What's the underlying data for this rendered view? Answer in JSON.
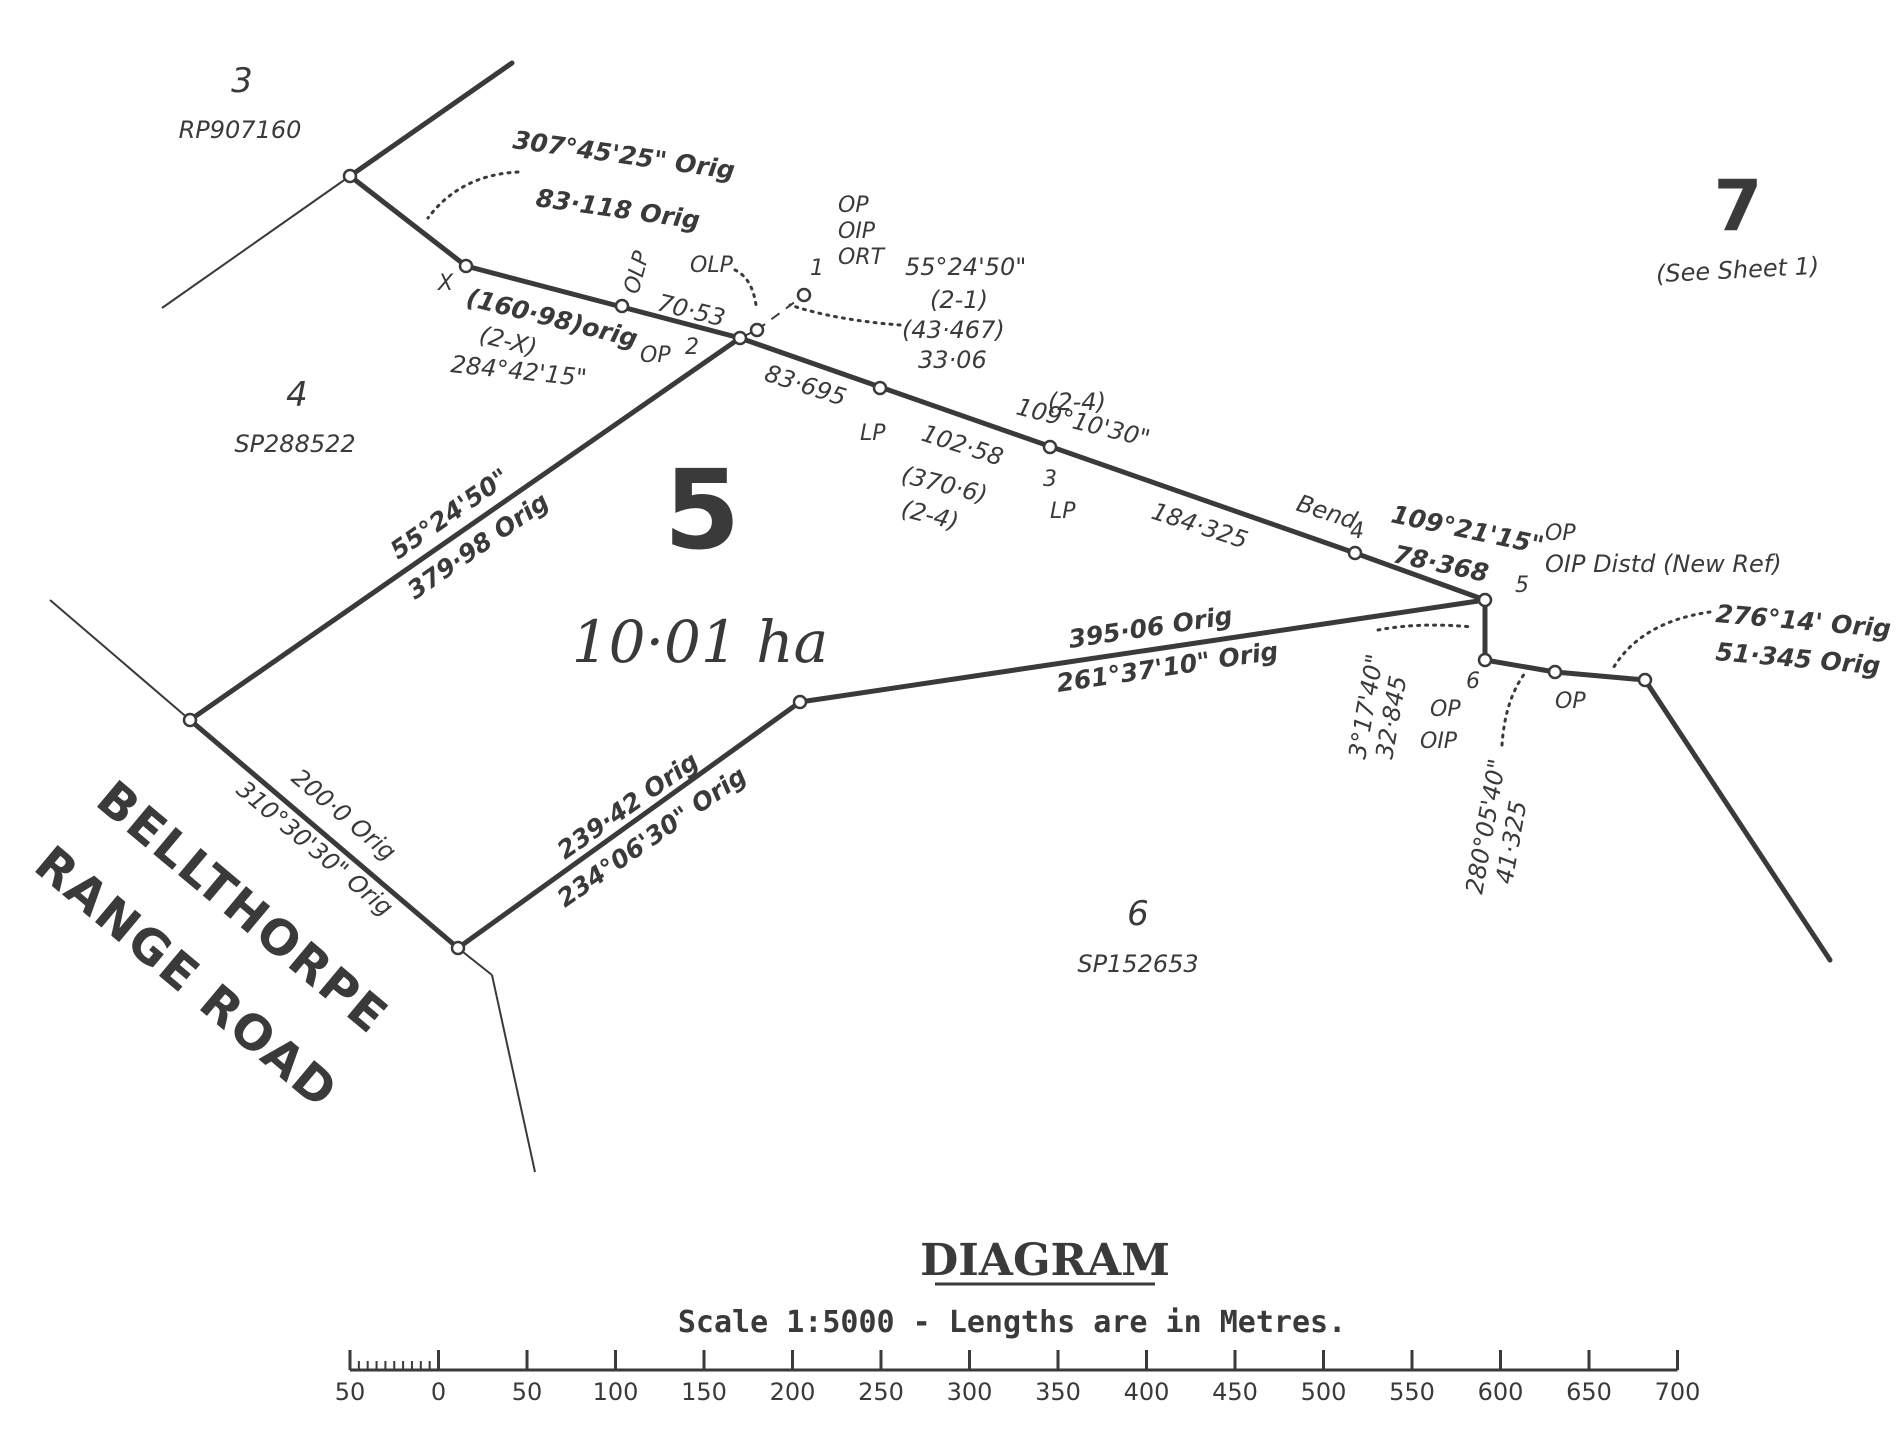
{
  "lots": {
    "lot3": {
      "number": "3",
      "plan": "RP907160"
    },
    "lot4": {
      "number": "4",
      "plan": "SP288522"
    },
    "lot5": {
      "number": "5",
      "area_main": "10",
      "area_rest": "·01 ha"
    },
    "lot6": {
      "number": "6",
      "plan": "SP152653"
    },
    "lot7": {
      "number": "7",
      "note": "(See Sheet 1)"
    }
  },
  "road": {
    "line1": "BELLTHORPE",
    "line2": "RANGE ROAD"
  },
  "labels": {
    "bearing_x_top": "307°45'25\" Orig",
    "dist_x_top": "83·118 Orig",
    "station_x": "X",
    "orig_160": "(160·98)orig",
    "paren_2x": "(2-X)",
    "bearing_284": "284°42'15\"",
    "olp_vertical": "OLP",
    "dist_7053": "70·53",
    "op2": "OP",
    "station_2": "2",
    "olp_top": "OLP",
    "station_1": "1",
    "op_top": "OP",
    "oip_top": "OIP",
    "ort_top": "ORT",
    "bearing_552450_top": "55°24'50\"",
    "paren_21": "(2-1)",
    "paren_43467": "(43·467)",
    "dist_3306": "33·06",
    "dist_83695": "83·695",
    "lp1": "LP",
    "dist_10258": "102·58",
    "paren_3706": "(370·6)",
    "paren_24a": "(2-4)",
    "paren_24b": "(2-4)",
    "bearing_1091030": "109°10'30\"",
    "station_3": "3",
    "lp3": "LP",
    "dist_184325": "184·325",
    "bend": "Bend",
    "station_4": "4",
    "bearing_1092115": "109°21'15\"",
    "dist_78368": "78·368",
    "op5": "OP",
    "oip_distd": "OIP Distd (New Ref)",
    "station_5": "5",
    "bearing_552450_left": "55°24'50\"",
    "dist_37998": "379·98 Orig",
    "dist_39506": "395·06 Orig",
    "bearing_2613710": "261°37'10\" Orig",
    "bearing_31740": "3°17'40\"",
    "dist_32845": "32·845",
    "station_6": "6",
    "op6": "OP",
    "oip6": "OIP",
    "bearing_2800540": "280°05'40\"",
    "dist_41325": "41·325",
    "op_right": "OP",
    "bearing_27614": "276°14' Orig",
    "dist_51345": "51·345 Orig",
    "dist_2000": "200·0 Orig",
    "bearing_3103030": "310°30'30\" Orig",
    "dist_23942": "239·42 Orig",
    "bearing_2340630": "234°06'30\" Orig"
  },
  "footer": {
    "title": "DIAGRAM",
    "subtitle": "Scale 1:5000 - Lengths are in Metres.",
    "scale_ticks": [
      "50",
      "0",
      "50",
      "100",
      "150",
      "200",
      "250",
      "300",
      "350",
      "400",
      "450",
      "500",
      "550",
      "600",
      "650",
      "700"
    ]
  }
}
